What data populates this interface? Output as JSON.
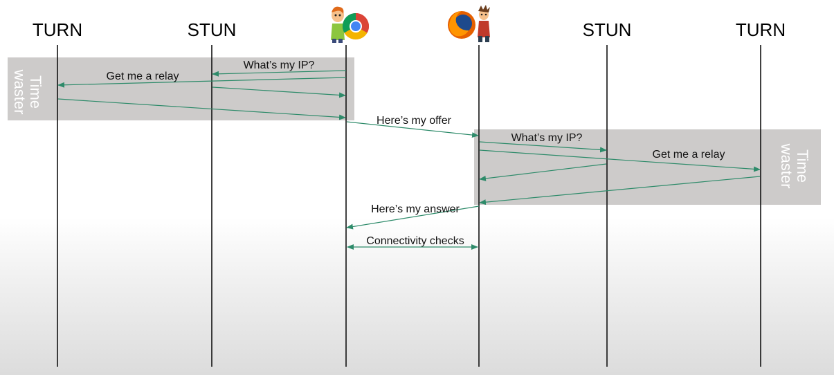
{
  "participants": [
    {
      "id": "turn-left",
      "label": "TURN",
      "kind": "text"
    },
    {
      "id": "stun-left",
      "label": "STUN",
      "kind": "text"
    },
    {
      "id": "chrome-user",
      "label": "",
      "kind": "icon",
      "icon": "chrome-user-icon"
    },
    {
      "id": "firefox-user",
      "label": "",
      "kind": "icon",
      "icon": "firefox-user-icon"
    },
    {
      "id": "stun-right",
      "label": "STUN",
      "kind": "text"
    },
    {
      "id": "turn-right",
      "label": "TURN",
      "kind": "text"
    }
  ],
  "waster_boxes": [
    {
      "id": "left",
      "label_line1": "Time",
      "label_line2": "waster"
    },
    {
      "id": "right",
      "label_line1": "Time",
      "label_line2": "waster"
    }
  ],
  "messages": [
    {
      "id": "m1",
      "from": "chrome-user",
      "to": "stun-left",
      "label": "What’s my IP?"
    },
    {
      "id": "m2",
      "from": "chrome-user",
      "to": "turn-left",
      "label": "Get me a relay"
    },
    {
      "id": "m3",
      "from": "stun-left",
      "to": "chrome-user",
      "label": ""
    },
    {
      "id": "m4",
      "from": "turn-left",
      "to": "chrome-user",
      "label": ""
    },
    {
      "id": "m5",
      "from": "chrome-user",
      "to": "firefox-user",
      "label": "Here’s my offer"
    },
    {
      "id": "m6",
      "from": "firefox-user",
      "to": "stun-right",
      "label": "What’s my IP?"
    },
    {
      "id": "m7",
      "from": "firefox-user",
      "to": "turn-right",
      "label": "Get me a relay"
    },
    {
      "id": "m8",
      "from": "stun-right",
      "to": "firefox-user",
      "label": ""
    },
    {
      "id": "m9",
      "from": "turn-right",
      "to": "firefox-user",
      "label": ""
    },
    {
      "id": "m10",
      "from": "firefox-user",
      "to": "chrome-user",
      "label": "Here’s my answer"
    },
    {
      "id": "m11",
      "from": "chrome-user",
      "to": "firefox-user",
      "label": "Connectivity checks",
      "bidirectional": true
    }
  ],
  "colors": {
    "arrow": "#2e8b6a",
    "waster_box": "#cdcbca",
    "lifeline": "#111111"
  }
}
